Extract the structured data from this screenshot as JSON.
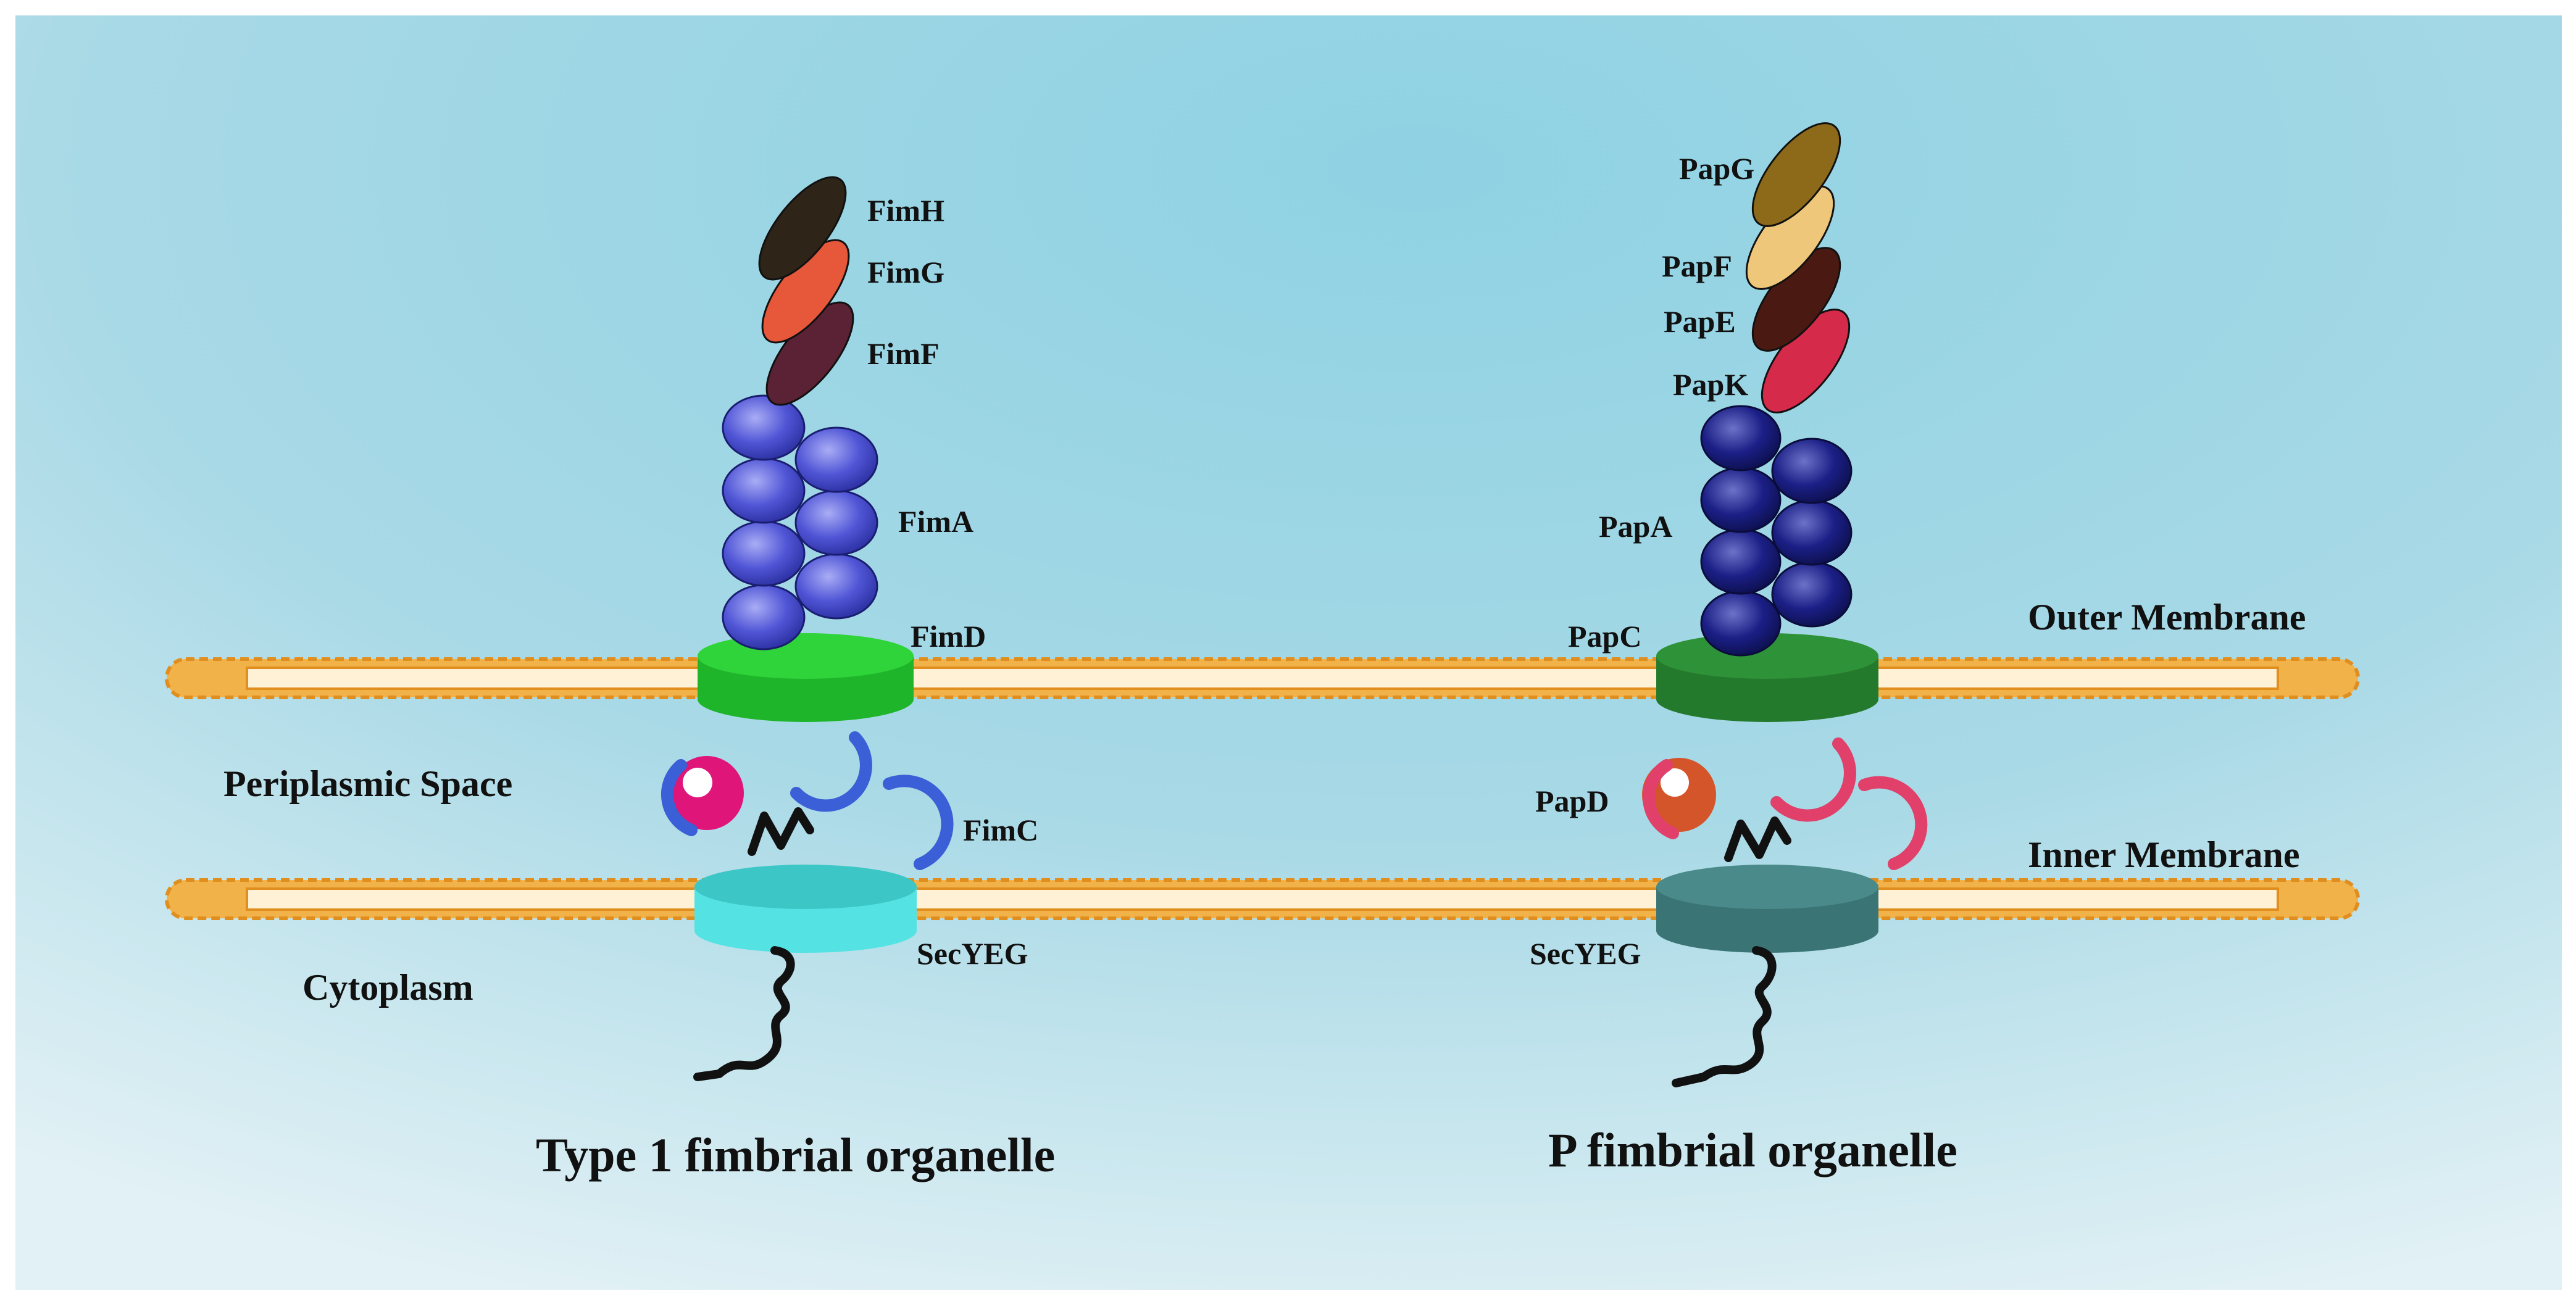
{
  "left": {
    "title": "Type 1 fimbrial organelle",
    "tip": [
      "FimH",
      "FimG",
      "FimF"
    ],
    "rod": "FimA",
    "usher": "FimD",
    "chaperone": "FimC",
    "translocon": "SecYEG"
  },
  "right": {
    "title": "P fimbrial organelle",
    "tip": [
      "PapG",
      "PapF",
      "PapE",
      "PapK"
    ],
    "rod": "PapA",
    "usher": "PapC",
    "chaperone": "PapD",
    "translocon": "SecYEG"
  },
  "regions": {
    "outer": "Outer Membrane",
    "inner": "Inner Membrane",
    "periplasm": "Periplasmic Space",
    "cytoplasm": "Cytoplasm"
  },
  "colors": {
    "membrane": "#F2B24A",
    "fim_usher": "#22C42E",
    "pap_usher": "#2A8A34",
    "fim_secyeg": "#48D3D3",
    "pap_secyeg": "#3E7F80",
    "fim_subunit": "#5055D6",
    "pap_subunit": "#1B1F86",
    "FimH": "#2E2418",
    "FimG": "#E7573A",
    "FimF": "#5A2234",
    "PapG": "#8C6A1A",
    "PapF": "#EFC77A",
    "PapE": "#4A1A12",
    "PapK": "#D62A4A",
    "fim_chaperone": "#3A5FD6",
    "pap_chaperone": "#E0406A",
    "fim_ball": "#E0157A",
    "pap_ball": "#D4552A"
  }
}
